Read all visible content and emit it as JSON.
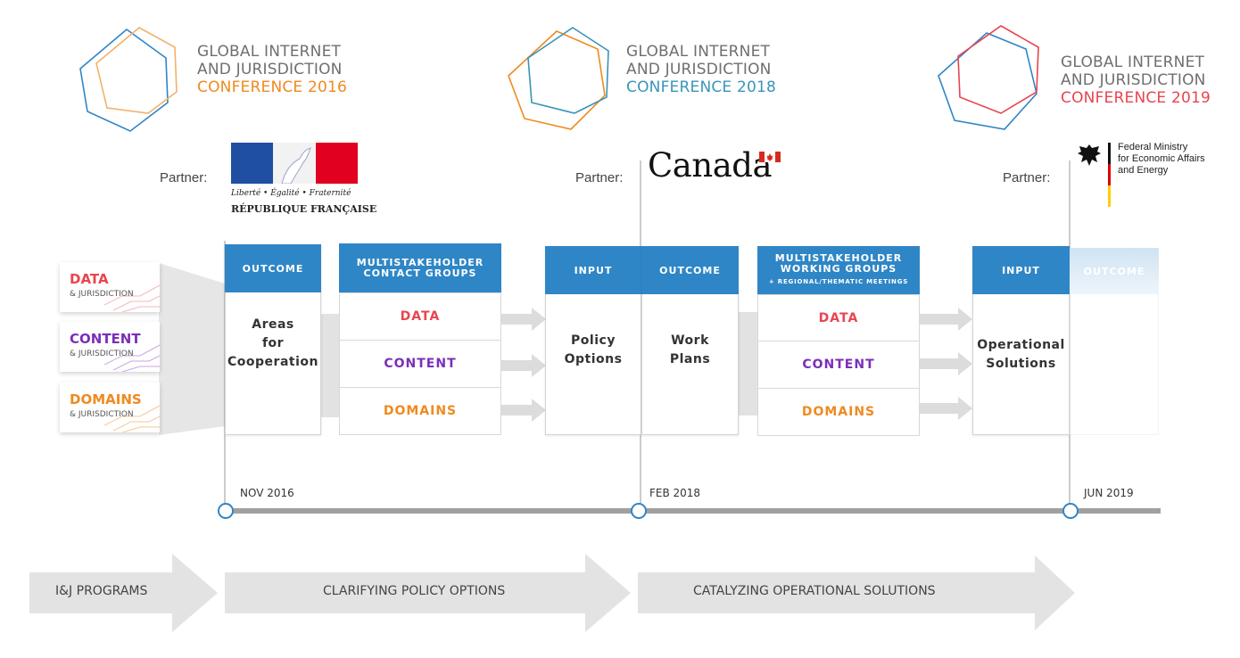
{
  "conferences": [
    {
      "line1": "GLOBAL INTERNET",
      "line2": "AND JURISDICTION",
      "line3": "CONFERENCE 2016",
      "accent": "#ef8a1f",
      "hex_a": "#2f86c6",
      "hex_b": "#f1b26a"
    },
    {
      "line1": "GLOBAL INTERNET",
      "line2": "AND JURISDICTION",
      "line3": "CONFERENCE 2018",
      "accent": "#3a94b8",
      "hex_a": "#ef8a1f",
      "hex_b": "#3a94b8"
    },
    {
      "line1": "GLOBAL INTERNET",
      "line2": "AND JURISDICTION",
      "line3": "CONFERENCE 2019",
      "accent": "#e8454f",
      "hex_a": "#2f86c6",
      "hex_b": "#e8454f"
    }
  ],
  "partners": {
    "label": "Partner:",
    "france": {
      "motto": "Liberté • Égalité • Fraternité",
      "name": "RÉPUBLIQUE FRANÇAISE"
    },
    "canada": {
      "name": "Canada"
    },
    "germany": {
      "line1": "Federal Ministry",
      "line2": "for Economic Affairs",
      "line3": "and Energy"
    }
  },
  "themes": [
    {
      "name": "DATA",
      "sub": "& JURISDICTION",
      "color": "#e8454f"
    },
    {
      "name": "CONTENT",
      "sub": "& JURISDICTION",
      "color": "#7b2fb8"
    },
    {
      "name": "DOMAINS",
      "sub": "& JURISDICTION",
      "color": "#ef8a1f"
    }
  ],
  "stages": {
    "outcome1": {
      "header": "OUTCOME",
      "body": "Areas\nfor\nCooperation"
    },
    "contact": {
      "header": "MULTISTAKEHOLDER\nCONTACT GROUPS",
      "rows": [
        "DATA",
        "CONTENT",
        "DOMAINS"
      ]
    },
    "input1": {
      "header": "INPUT",
      "body": "Policy\nOptions"
    },
    "outcome2": {
      "header": "OUTCOME",
      "body": "Work\nPlans"
    },
    "working": {
      "header": "MULTISTAKEHOLDER\nWORKING GROUPS",
      "sub": "+ REGIONAL/THEMATIC MEETINGS",
      "rows": [
        "DATA",
        "CONTENT",
        "DOMAINS"
      ]
    },
    "input2": {
      "header": "INPUT",
      "body": "Operational\nSolutions"
    },
    "outcome3": {
      "header": "OUTCOME"
    }
  },
  "dates": [
    "NOV 2016",
    "FEB 2018",
    "JUN 2019"
  ],
  "phases": [
    "I&J PROGRAMS",
    "CLARIFYING POLICY OPTIONS",
    "CATALYZING OPERATIONAL SOLUTIONS"
  ],
  "colors": {
    "blue": "#2f86c6",
    "data": "#e8454f",
    "content": "#7b2fb8",
    "domains": "#ef8a1f",
    "timeline": "#a0a0a0",
    "arrow": "#dcdcdc"
  }
}
